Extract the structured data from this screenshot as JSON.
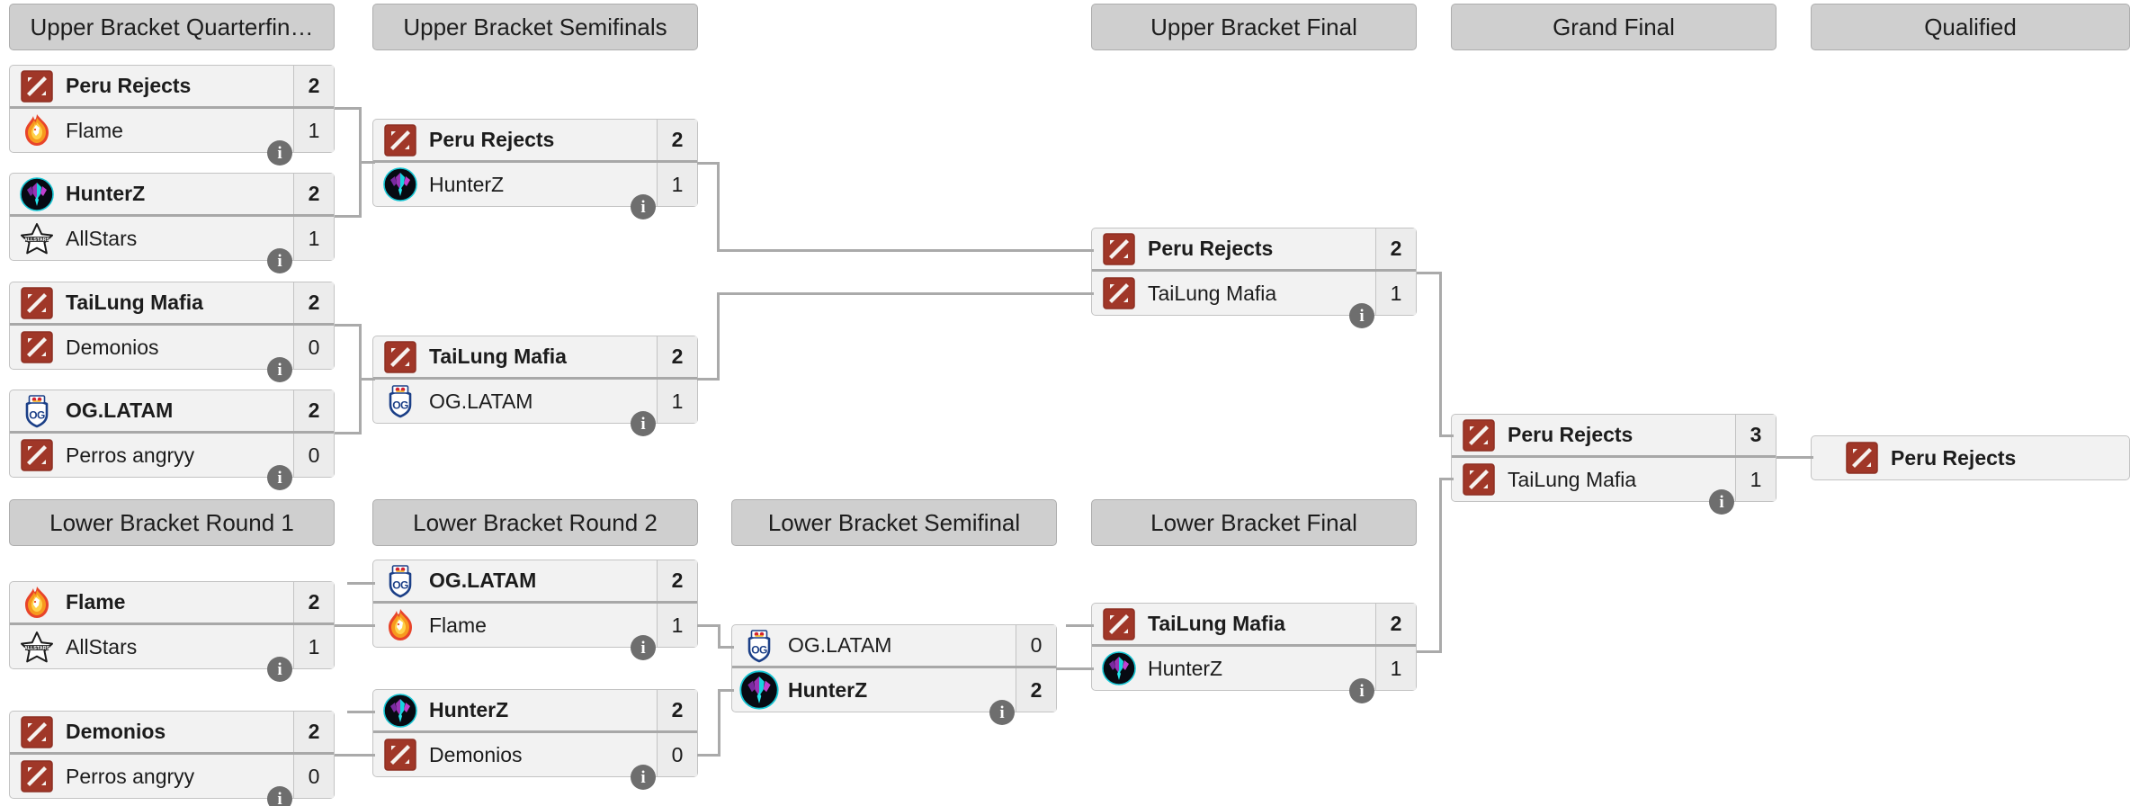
{
  "rounds": [
    {
      "id": "ub-qf",
      "label": "Upper Bracket Quarterfin…"
    },
    {
      "id": "ub-sf",
      "label": "Upper Bracket Semifinals"
    },
    {
      "id": "ub-f",
      "label": "Upper Bracket Final"
    },
    {
      "id": "gf",
      "label": "Grand Final"
    },
    {
      "id": "qual",
      "label": "Qualified"
    },
    {
      "id": "lb-r1",
      "label": "Lower Bracket Round 1"
    },
    {
      "id": "lb-r2",
      "label": "Lower Bracket Round 2"
    },
    {
      "id": "lb-sf",
      "label": "Lower Bracket Semifinal"
    },
    {
      "id": "lb-f",
      "label": "Lower Bracket Final"
    }
  ],
  "matches": {
    "ubqf1": {
      "round": "Upper Bracket Quarterfinals",
      "top": {
        "name": "Peru Rejects",
        "score": "2",
        "logo": "dota-default",
        "winner": true
      },
      "bottom": {
        "name": "Flame",
        "score": "1",
        "logo": "flame",
        "winner": false
      },
      "info": "i"
    },
    "ubqf2": {
      "round": "Upper Bracket Quarterfinals",
      "top": {
        "name": "HunterZ",
        "score": "2",
        "logo": "hunterz",
        "winner": true
      },
      "bottom": {
        "name": "AllStars",
        "score": "1",
        "logo": "allstars",
        "winner": false
      },
      "info": "i"
    },
    "ubqf3": {
      "round": "Upper Bracket Quarterfinals",
      "top": {
        "name": "TaiLung Mafia",
        "score": "2",
        "logo": "dota-default",
        "winner": true
      },
      "bottom": {
        "name": "Demonios",
        "score": "0",
        "logo": "dota-default",
        "winner": false
      },
      "info": "i"
    },
    "ubqf4": {
      "round": "Upper Bracket Quarterfinals",
      "top": {
        "name": "OG.LATAM",
        "score": "2",
        "logo": "oglatam",
        "winner": true
      },
      "bottom": {
        "name": "Perros angryy",
        "score": "0",
        "logo": "dota-default",
        "winner": false
      },
      "info": "i"
    },
    "ubsf1": {
      "round": "Upper Bracket Semifinals",
      "top": {
        "name": "Peru Rejects",
        "score": "2",
        "logo": "dota-default",
        "winner": true
      },
      "bottom": {
        "name": "HunterZ",
        "score": "1",
        "logo": "hunterz",
        "winner": false
      },
      "info": "i"
    },
    "ubsf2": {
      "round": "Upper Bracket Semifinals",
      "top": {
        "name": "TaiLung Mafia",
        "score": "2",
        "logo": "dota-default",
        "winner": true
      },
      "bottom": {
        "name": "OG.LATAM",
        "score": "1",
        "logo": "oglatam",
        "winner": false
      },
      "info": "i"
    },
    "ubf": {
      "round": "Upper Bracket Final",
      "top": {
        "name": "Peru Rejects",
        "score": "2",
        "logo": "dota-default",
        "winner": true
      },
      "bottom": {
        "name": "TaiLung Mafia",
        "score": "1",
        "logo": "dota-default",
        "winner": false
      },
      "info": "i"
    },
    "gf": {
      "round": "Grand Final",
      "top": {
        "name": "Peru Rejects",
        "score": "3",
        "logo": "dota-default",
        "winner": true
      },
      "bottom": {
        "name": "TaiLung Mafia",
        "score": "1",
        "logo": "dota-default",
        "winner": false
      },
      "info": "i"
    },
    "qualified": {
      "round": "Qualified",
      "top": {
        "name": "Peru Rejects",
        "score": "",
        "logo": "dota-default",
        "winner": true
      }
    },
    "lbr1a": {
      "round": "Lower Bracket Round 1",
      "top": {
        "name": "Flame",
        "score": "2",
        "logo": "flame",
        "winner": true
      },
      "bottom": {
        "name": "AllStars",
        "score": "1",
        "logo": "allstars",
        "winner": false
      },
      "info": "i"
    },
    "lbr1b": {
      "round": "Lower Bracket Round 1",
      "top": {
        "name": "Demonios",
        "score": "2",
        "logo": "dota-default",
        "winner": true
      },
      "bottom": {
        "name": "Perros angryy",
        "score": "0",
        "logo": "dota-default",
        "winner": false
      },
      "info": "i"
    },
    "lbr2a": {
      "round": "Lower Bracket Round 2",
      "top": {
        "name": "OG.LATAM",
        "score": "2",
        "logo": "oglatam",
        "winner": true
      },
      "bottom": {
        "name": "Flame",
        "score": "1",
        "logo": "flame",
        "winner": false
      },
      "info": "i"
    },
    "lbr2b": {
      "round": "Lower Bracket Round 2",
      "top": {
        "name": "HunterZ",
        "score": "2",
        "logo": "hunterz",
        "winner": true
      },
      "bottom": {
        "name": "Demonios",
        "score": "0",
        "logo": "dota-default",
        "winner": false
      },
      "info": "i"
    },
    "lbsf": {
      "round": "Lower Bracket Semifinal",
      "top": {
        "name": "OG.LATAM",
        "score": "0",
        "logo": "oglatam",
        "winner": false
      },
      "bottom": {
        "name": "HunterZ",
        "score": "2",
        "logo": "hunterz",
        "winner": true
      },
      "info": "i"
    },
    "lbf": {
      "round": "Lower Bracket Final",
      "top": {
        "name": "TaiLung Mafia",
        "score": "2",
        "logo": "dota-default",
        "winner": true
      },
      "bottom": {
        "name": "HunterZ",
        "score": "1",
        "logo": "hunterz",
        "winner": false
      },
      "info": "i"
    }
  },
  "colors": {
    "header_bg": "#cfcfcf",
    "header_border": "#adadad",
    "card_bg": "#f2f2f2",
    "card_border": "#c3c3c3",
    "score_bg": "#ececec",
    "row_divider": "#a8a8a8",
    "connector": "#aaaaaa",
    "info_badge": "#6e6e6e",
    "dota_logo": "#a03728",
    "flame_logo": "#f05a28",
    "hunterz_logo": "#18d8d8",
    "oglatam_logo": "#1b3f87"
  }
}
